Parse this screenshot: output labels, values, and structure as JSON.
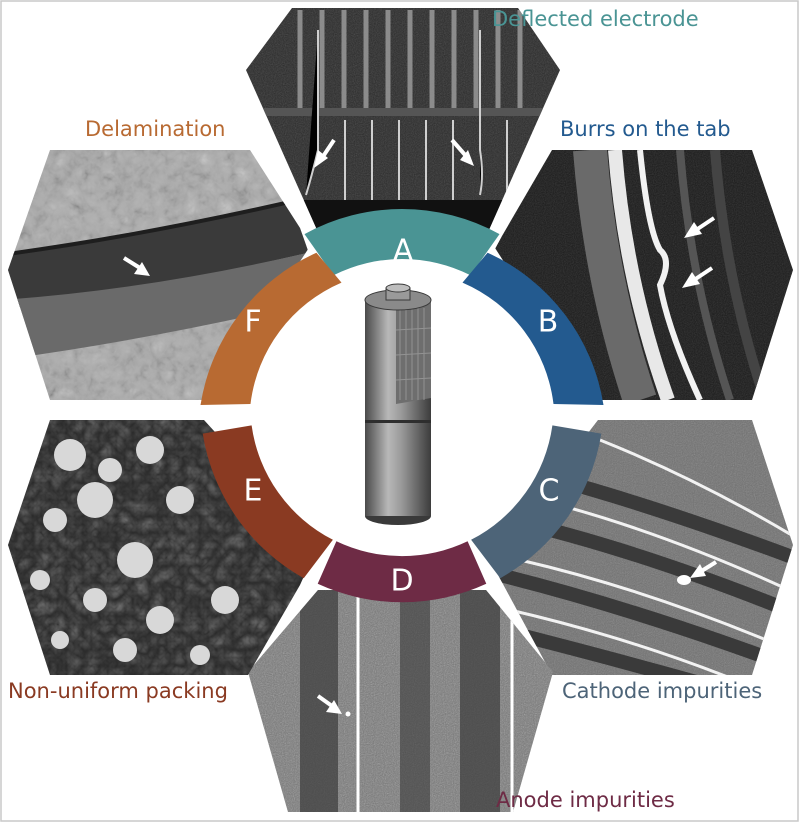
{
  "panels": [
    {
      "letter": "A",
      "caption": "Deflected electrode",
      "color": "#4a9494"
    },
    {
      "letter": "B",
      "caption": "Burrs on the tab",
      "color": "#235a8f"
    },
    {
      "letter": "C",
      "caption": "Cathode impurities",
      "color": "#4d6478"
    },
    {
      "letter": "D",
      "caption": "Anode impurities",
      "color": "#6e2b45"
    },
    {
      "letter": "E",
      "caption": "Non-uniform packing",
      "color": "#8a3a22"
    },
    {
      "letter": "F",
      "caption": "Delamination",
      "color": "#b86a32"
    }
  ],
  "center_image": "battery-cell-ct-render",
  "micrograph_style": "grayscale-ct-slices"
}
